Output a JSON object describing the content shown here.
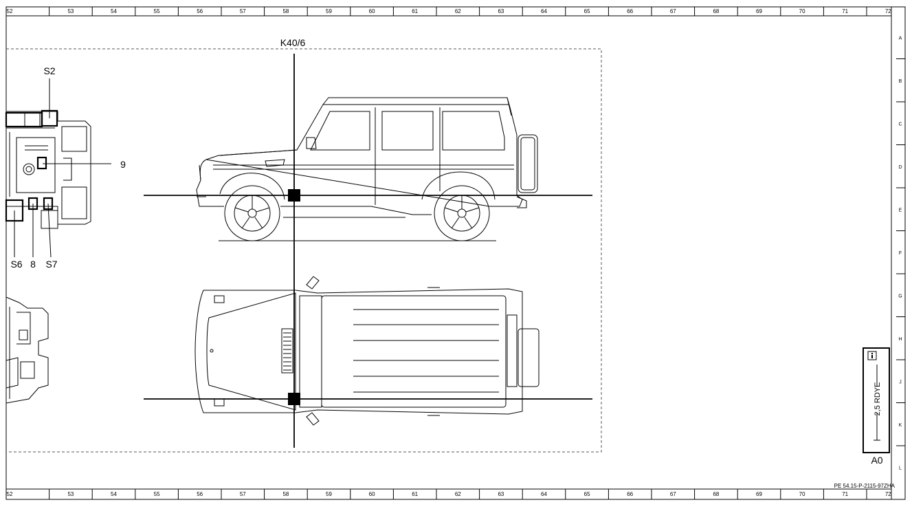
{
  "ruler": {
    "columns": [
      "52",
      "53",
      "54",
      "55",
      "56",
      "57",
      "58",
      "59",
      "60",
      "61",
      "62",
      "63",
      "64",
      "65",
      "66",
      "67",
      "68",
      "69",
      "70",
      "71",
      "72"
    ],
    "rows": [
      "A",
      "B",
      "C",
      "D",
      "E",
      "F",
      "G",
      "H",
      "J",
      "K",
      "L"
    ]
  },
  "labels": {
    "connector": "K40/6",
    "s2": "S2",
    "s6": "S6",
    "s7": "S7",
    "n8": "8",
    "n9": "9"
  },
  "wire_box": {
    "wire_spec": "2,5 RDYE",
    "connector_ref": "A0",
    "icon": "info-icon"
  },
  "document_code": "PE 54.15-P-2115-97ZHA",
  "colors": {
    "line": "#000000",
    "frame": "#000000",
    "dashed_border": "#555555",
    "background": "#ffffff"
  }
}
